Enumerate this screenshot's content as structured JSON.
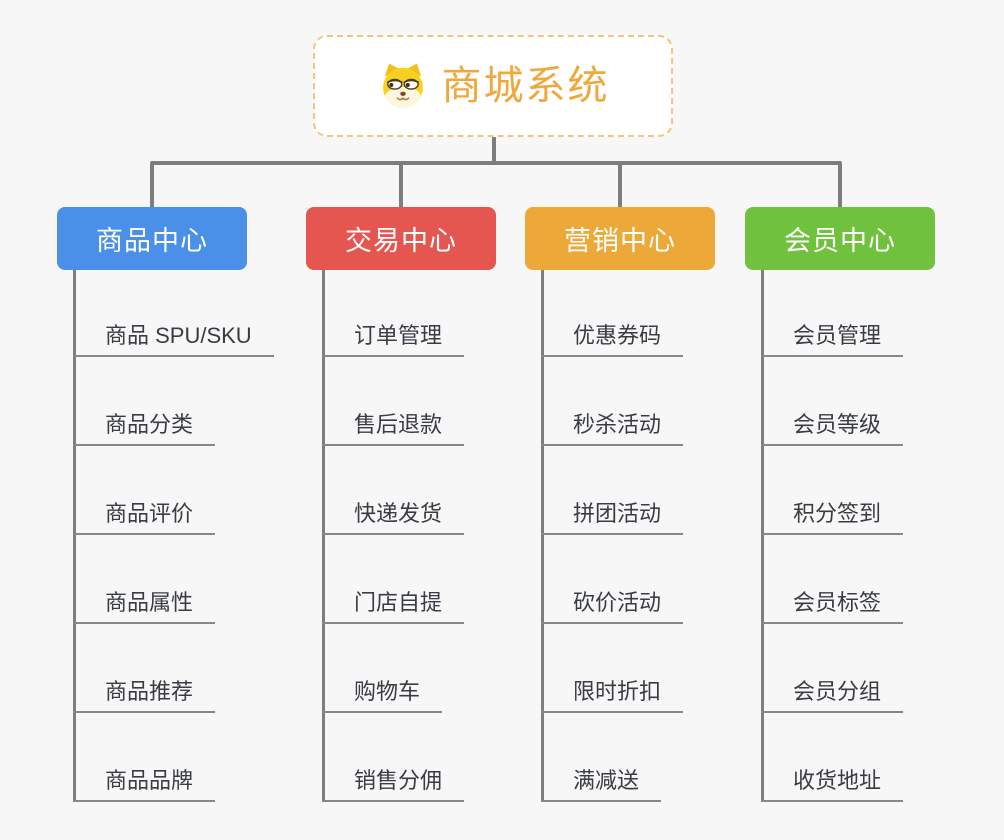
{
  "root": {
    "title": "商城系统",
    "icon": "dog-face-icon"
  },
  "colors": {
    "root_title": "#F0A73C",
    "root_border": "#F2C47C",
    "connector": "#7E7E7E",
    "leaf_underline": "#85878B",
    "leaf_text": "#393C42",
    "background": "#F7F7F8"
  },
  "branches": [
    {
      "label": "商品中心",
      "color": "#4A8FE8",
      "items": [
        "商品 SPU/SKU",
        "商品分类",
        "商品评价",
        "商品属性",
        "商品推荐",
        "商品品牌"
      ]
    },
    {
      "label": "交易中心",
      "color": "#E4564F",
      "items": [
        "订单管理",
        "售后退款",
        "快递发货",
        "门店自提",
        "购物车",
        "销售分佣"
      ]
    },
    {
      "label": "营销中心",
      "color": "#ECA937",
      "items": [
        "优惠券码",
        "秒杀活动",
        "拼团活动",
        "砍价活动",
        "限时折扣",
        "满减送"
      ]
    },
    {
      "label": "会员中心",
      "color": "#6FC13E",
      "items": [
        "会员管理",
        "会员等级",
        "积分签到",
        "会员标签",
        "会员分组",
        "收货地址"
      ]
    }
  ]
}
